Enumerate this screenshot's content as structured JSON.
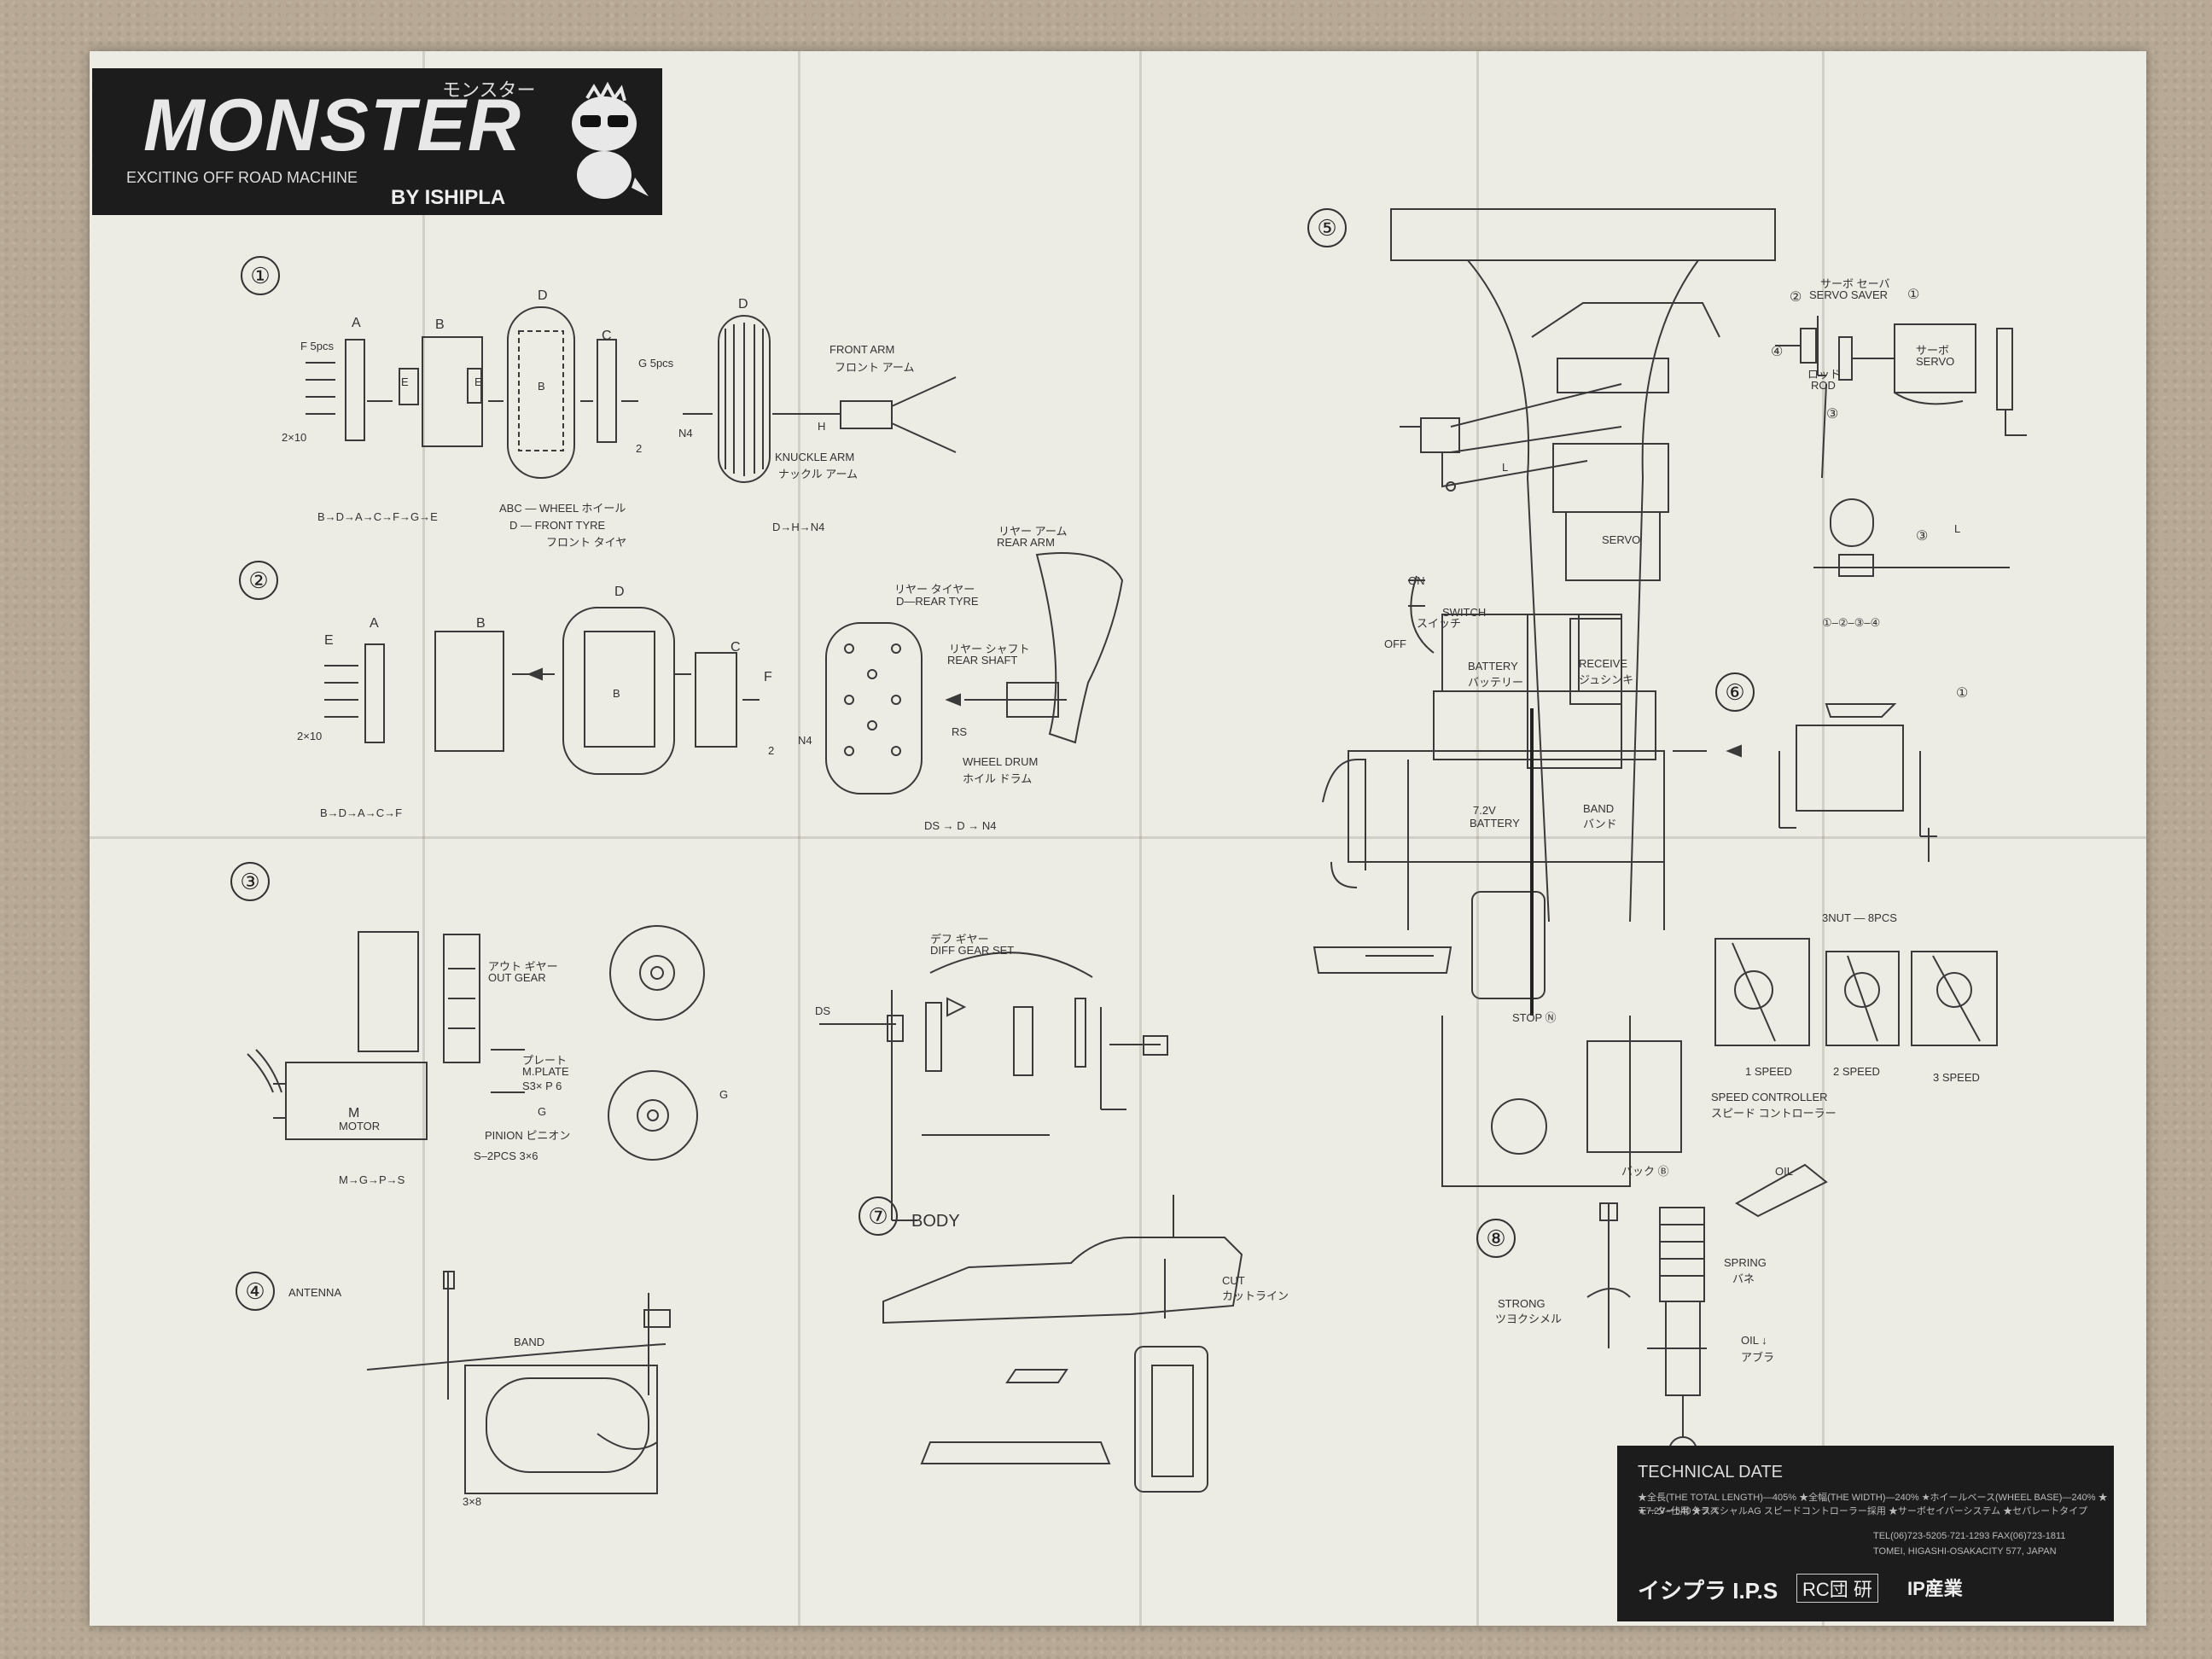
{
  "logo": {
    "title": "MONSTER",
    "kana": "モンスター",
    "tagline": "EXCITING OFF ROAD MACHINE",
    "by": "BY ISHIPLA"
  },
  "steps": [
    {
      "number": "①"
    },
    {
      "number": "②"
    },
    {
      "number": "③"
    },
    {
      "number": "④"
    },
    {
      "number": "⑤"
    },
    {
      "number": "⑥"
    },
    {
      "number": "⑦"
    },
    {
      "number": "⑧"
    }
  ],
  "step1": {
    "a": "A",
    "b": "B",
    "d": "D",
    "c": "C",
    "d2": "D",
    "f5": "F 5pcs",
    "g5": "G 5pcs",
    "e1": "E",
    "e2": "E",
    "b_in": "B",
    "size": "2×10",
    "two": "2",
    "n4": "N4",
    "h": "H",
    "front_arm": "FRONT ARM",
    "front_arm_jp": "フロント アーム",
    "knuckle": "KNUCKLE ARM",
    "knuckle_jp": "ナックル アーム",
    "seq": "B→D→A→C→F→G→E",
    "abc": "ABC — WHEEL ホイール",
    "dfront": "D — FRONT TYRE",
    "dfront_jp": "フロント タイヤ",
    "dh": "D→H→N4"
  },
  "step2": {
    "e": "E",
    "a": "A",
    "b": "B",
    "d": "D",
    "c": "C",
    "f": "F",
    "b_in": "B",
    "size": "2×10",
    "two": "2",
    "n4": "N4",
    "rear_tyre_jp": "リヤー タイヤー",
    "rear_tyre": "D—REAR TYRE",
    "rear_arm_jp": "リヤー アーム",
    "rear_arm": "REAR ARM",
    "rear_shaft_jp": "リヤー シャフト",
    "rear_shaft": "REAR SHAFT",
    "rs": "RS",
    "drum": "WHEEL DRUM",
    "drum_jp": "ホイル ドラム",
    "seq": "B→D→A→C→F",
    "seq2": "DS → D → N4"
  },
  "step3": {
    "out_gear_jp": "アウト ギヤー",
    "out_gear": "OUT GEAR",
    "plate_jp": "プレート",
    "mplate": "M.PLATE",
    "s3p6": "S3× P 6",
    "m": "M",
    "motor": "MOTOR",
    "g": "G",
    "g2": "G",
    "pinion": "PINION ピニオン",
    "s2": "S–2PCS 3×6",
    "seq": "M→G→P→S"
  },
  "step4": {
    "antenna": "ANTENNA",
    "band": "BAND",
    "size": "3×8"
  },
  "step5": {
    "servo_saver_jp": "サーボ セーバ",
    "servo_saver": "SERVO SAVER",
    "servo_jp": "サーボ",
    "servo": "SERVO",
    "rod_jp": "ロッド",
    "rod": "ROD",
    "l": "L",
    "l2": "L",
    "servo_center": "SERVO",
    "on": "ON",
    "off": "OFF",
    "switch": "SWITCH",
    "switch_jp": "スイッチ",
    "battery": "BATTERY",
    "battery_jp": "バッテリー",
    "receive": "RECEIVE",
    "receive_jp": "ジュシンキ",
    "v72": "7.2V",
    "battery2": "BATTERY",
    "band": "BAND",
    "band_jp": "バンド",
    "stop": "STOP Ⓝ",
    "seq": "①–②–③–④",
    "c1": "①",
    "c2": "②",
    "c3": "③",
    "c4": "④",
    "c3b": "③"
  },
  "step6": {
    "c1": "①",
    "nut": "3NUT — 8PCS",
    "speed1": "1 SPEED",
    "speed2": "2 SPEED",
    "speed3": "3 SPEED",
    "controller": "SPEED CONTROLLER",
    "controller_jp": "スピード コントローラー",
    "back": "バック Ⓑ"
  },
  "diff": {
    "diff_jp": "デフ ギヤー",
    "diff": "DIFF GEAR SET",
    "ds": "DS"
  },
  "step7": {
    "body": "BODY",
    "cut": "CUT",
    "cut_jp": "カットライン"
  },
  "step8": {
    "oil": "OIL",
    "spring": "SPRING",
    "spring_jp": "バネ",
    "strong": "STRONG",
    "strong_jp": "ツヨクシメル",
    "oil2": "OIL ↓",
    "oil2_jp": "アブラ"
  },
  "tech": {
    "title": "TECHNICAL DATE",
    "line1": "★全長(THE TOTAL LENGTH)—405% ★全幅(THE WIDTH)—240% ★ホイールベース(WHEEL BASE)—240% ★モーター540クラス",
    "line2": "★7.2V–仕用 ★スペシャルAG スピードコントローラー採用 ★サーボセイバーシステム ★セパレートタイプ",
    "line3": "TEL(06)723-5205·721-1293   FAX(06)723-1811",
    "line4": "TOMEI, HIGASHI-OSAKACITY 577, JAPAN",
    "brand": "イシプラ I.P.S",
    "brand2": "RC団 研",
    "company": "IP産業"
  }
}
